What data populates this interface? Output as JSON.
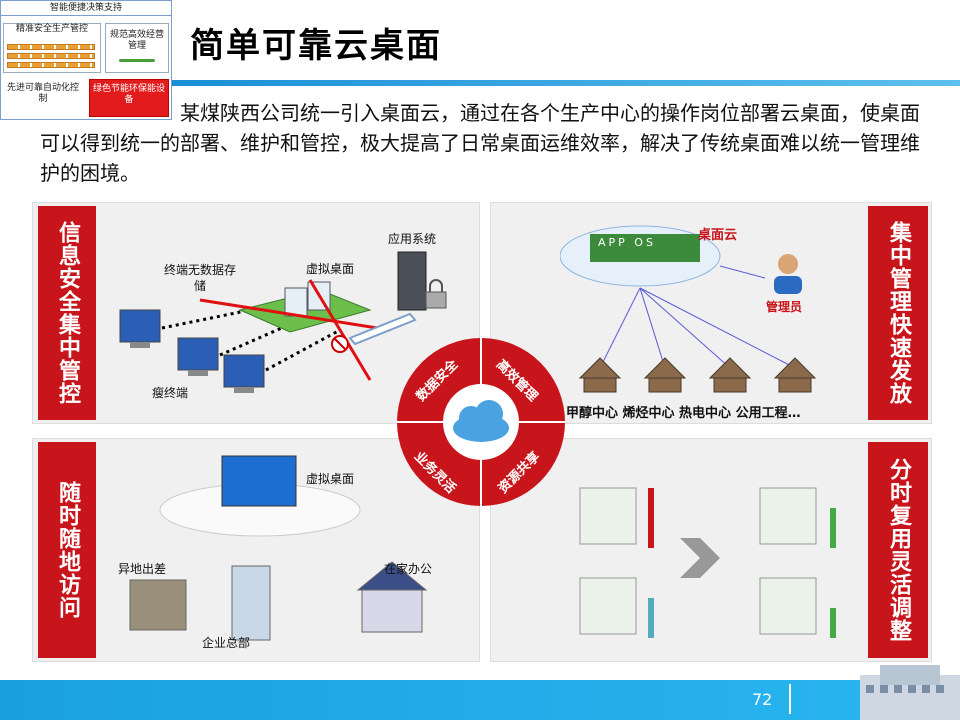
{
  "framework": {
    "top": "智能便捷决策支持",
    "box_a": "精准安全生产管控",
    "box_b": "规范高效经营管理",
    "box_c": "先进可靠自动化控制",
    "box_d": "绿色节能环保能设备"
  },
  "title": "简单可靠云桌面",
  "intro": "某煤陕西公司统一引入桌面云，通过在各个生产中心的操作岗位部署云桌面，使桌面可以得到统一的部署、维护和管控，极大提高了日常桌面运维效率，解决了传统桌面难以统一管理维护的困境。",
  "panel_tl": {
    "label": "信息安全集中管控",
    "app_system": "应用系统",
    "no_data": "终端无数据存储",
    "vdesktop": "虚拟桌面",
    "thin_client": "瘦终端"
  },
  "panel_tr": {
    "label": "集中管理快速发放",
    "desktop_cloud": "桌面云",
    "app_label": "APP",
    "os_label": "OS",
    "admin": "管理员",
    "centers": "甲醇中心 烯烃中心 热电中心 公用工程…"
  },
  "panel_bl": {
    "label": "随时随地访问",
    "vdesktop": "虚拟桌面",
    "remote": "异地出差",
    "home": "在家办公",
    "hq": "企业总部"
  },
  "panel_br": {
    "label": "分时复用灵活调整"
  },
  "center": {
    "q1": "数据安全",
    "q2": "高效管理",
    "q3": "业务灵活",
    "q4": "资源共享"
  },
  "page_number": "72"
}
